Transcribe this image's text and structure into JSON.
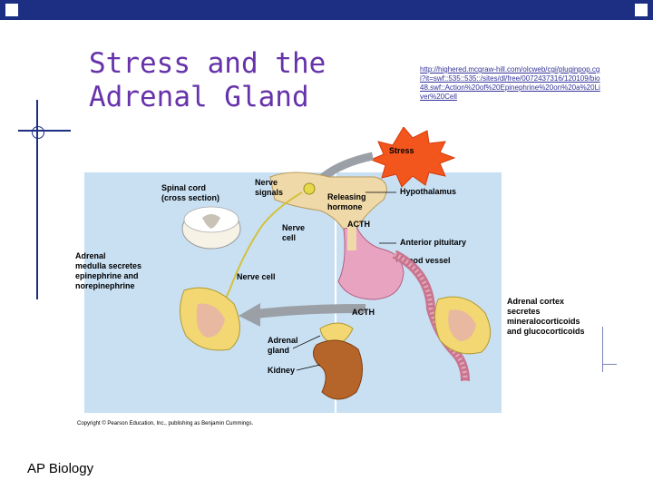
{
  "slide": {
    "title_line1": "Stress and the",
    "title_line2": "Adrenal Gland",
    "source_url": "http://highered.mcgraw-hill.com/olcweb/cgi/pluginpop.cgi?it=swf::535::535::/sites/dl/free/0072437316/120109/bio48.swf::Action%20of%20Epinephrine%20on%20a%20Liver%20Cell",
    "footer": "AP Biology"
  },
  "diagram": {
    "stress": "Stress",
    "spinal_cord_1": "Spinal cord",
    "spinal_cord_2": "(cross section)",
    "nerve_signals_1": "Nerve",
    "nerve_signals_2": "signals",
    "releasing_1": "Releasing",
    "releasing_2": "hormone",
    "hypothalamus": "Hypothalamus",
    "nerve_cell_top_1": "Nerve",
    "nerve_cell_top_2": "cell",
    "acth_top": "ACTH",
    "anterior_pituitary": "Anterior pituitary",
    "blood_vessel": "Blood vessel",
    "adrenal_medulla_1": "Adrenal",
    "adrenal_medulla_2": "medulla secretes",
    "adrenal_medulla_3": "epinephrine and",
    "adrenal_medulla_4": "norepinephrine",
    "nerve_cell_mid": "Nerve cell",
    "acth_bottom": "ACTH",
    "adrenal_cortex_1": "Adrenal cortex",
    "adrenal_cortex_2": "secretes",
    "adrenal_cortex_3": "mineralocorticoids",
    "adrenal_cortex_4": "and glucocorticoids",
    "adrenal_gland_1": "Adrenal",
    "adrenal_gland_2": "gland",
    "kidney": "Kidney",
    "copyright": "Copyright © Pearson Education, Inc., publishing as Benjamin Cummings."
  },
  "colors": {
    "banner": "#1d2f82",
    "title": "#6633aa",
    "panel_blue": "#c9e0f3",
    "brain_tan": "#efd9a8",
    "pituitary_pink": "#e8a3c0",
    "stress_burst": "#f2561d",
    "kidney": "#b5652a"
  }
}
